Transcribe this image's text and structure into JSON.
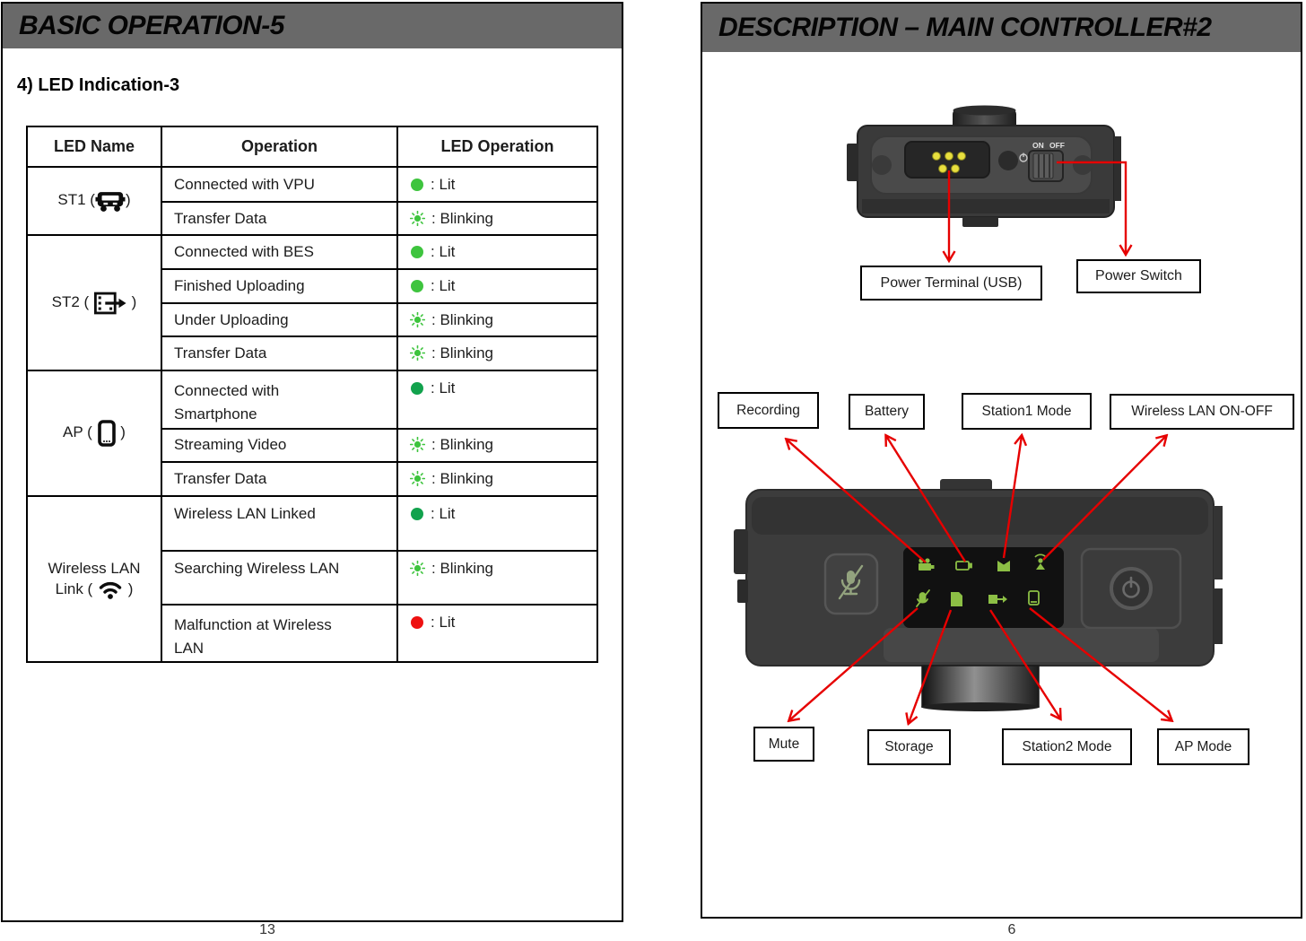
{
  "colors": {
    "header_bar": "#696969",
    "led_green_bright": "#3ec43e",
    "led_green_dark": "#12a24d",
    "led_red": "#ee1111",
    "arrow_red": "#e60000",
    "pin_yellow": "#e8df3e",
    "panel_icon_green": "#8cbf45"
  },
  "left_page": {
    "title": "BASIC OPERATION-5",
    "section_heading": "4) LED Indication-3",
    "page_number": "13",
    "table": {
      "headers": [
        "LED Name",
        "Operation",
        "LED Operation"
      ],
      "groups": [
        {
          "label_before": "ST1 (",
          "label_after": ")",
          "icon": "car-icon",
          "rows": [
            {
              "operation": "Connected with VPU",
              "led_text": ": Lit",
              "state": "lit-bright"
            },
            {
              "operation": "Transfer Data",
              "led_text": ": Blinking",
              "state": "blinking"
            }
          ]
        },
        {
          "label_before": "ST2 (",
          "label_after": ")",
          "icon": "film-arrow-icon",
          "rows": [
            {
              "operation": "Connected with BES",
              "led_text": ": Lit",
              "state": "lit-bright"
            },
            {
              "operation": "Finished Uploading",
              "led_text": ": Lit",
              "state": "lit-bright"
            },
            {
              "operation": "Under Uploading",
              "led_text": ": Blinking",
              "state": "blinking"
            },
            {
              "operation": "Transfer Data",
              "led_text": ": Blinking",
              "state": "blinking"
            }
          ]
        },
        {
          "label_before": "AP  (",
          "label_after": ")",
          "icon": "smartphone-icon",
          "rows": [
            {
              "operation": "Connected with Smartphone",
              "led_text": ": Lit",
              "state": "lit-dark"
            },
            {
              "operation": "Streaming Video",
              "led_text": ": Blinking",
              "state": "blinking"
            },
            {
              "operation": "Transfer Data",
              "led_text": ": Blinking",
              "state": "blinking"
            }
          ]
        },
        {
          "label_line1": "Wireless LAN",
          "label_before": "Link (",
          "label_after": ")",
          "icon": "wifi-icon",
          "rows": [
            {
              "operation": "Wireless LAN Linked",
              "led_text": ": Lit",
              "state": "lit-dark"
            },
            {
              "operation": "Searching Wireless LAN",
              "led_text": ": Blinking",
              "state": "blinking"
            },
            {
              "operation": "Malfunction at Wireless LAN",
              "led_text": ": Lit",
              "state": "lit-red"
            }
          ]
        }
      ]
    }
  },
  "right_page": {
    "title": "DESCRIPTION – MAIN CONTROLLER#2",
    "page_number": "6",
    "top_device": {
      "switch_on": "ON",
      "switch_off": "OFF"
    },
    "callouts": {
      "power_terminal": "Power Terminal (USB)",
      "power_switch": "Power Switch",
      "recording": "Recording",
      "battery": "Battery",
      "station1": "Station1 Mode",
      "wlan_onoff": "Wireless LAN ON-OFF",
      "mute": "Mute",
      "storage": "Storage",
      "station2": "Station2 Mode",
      "ap_mode": "AP Mode"
    }
  }
}
